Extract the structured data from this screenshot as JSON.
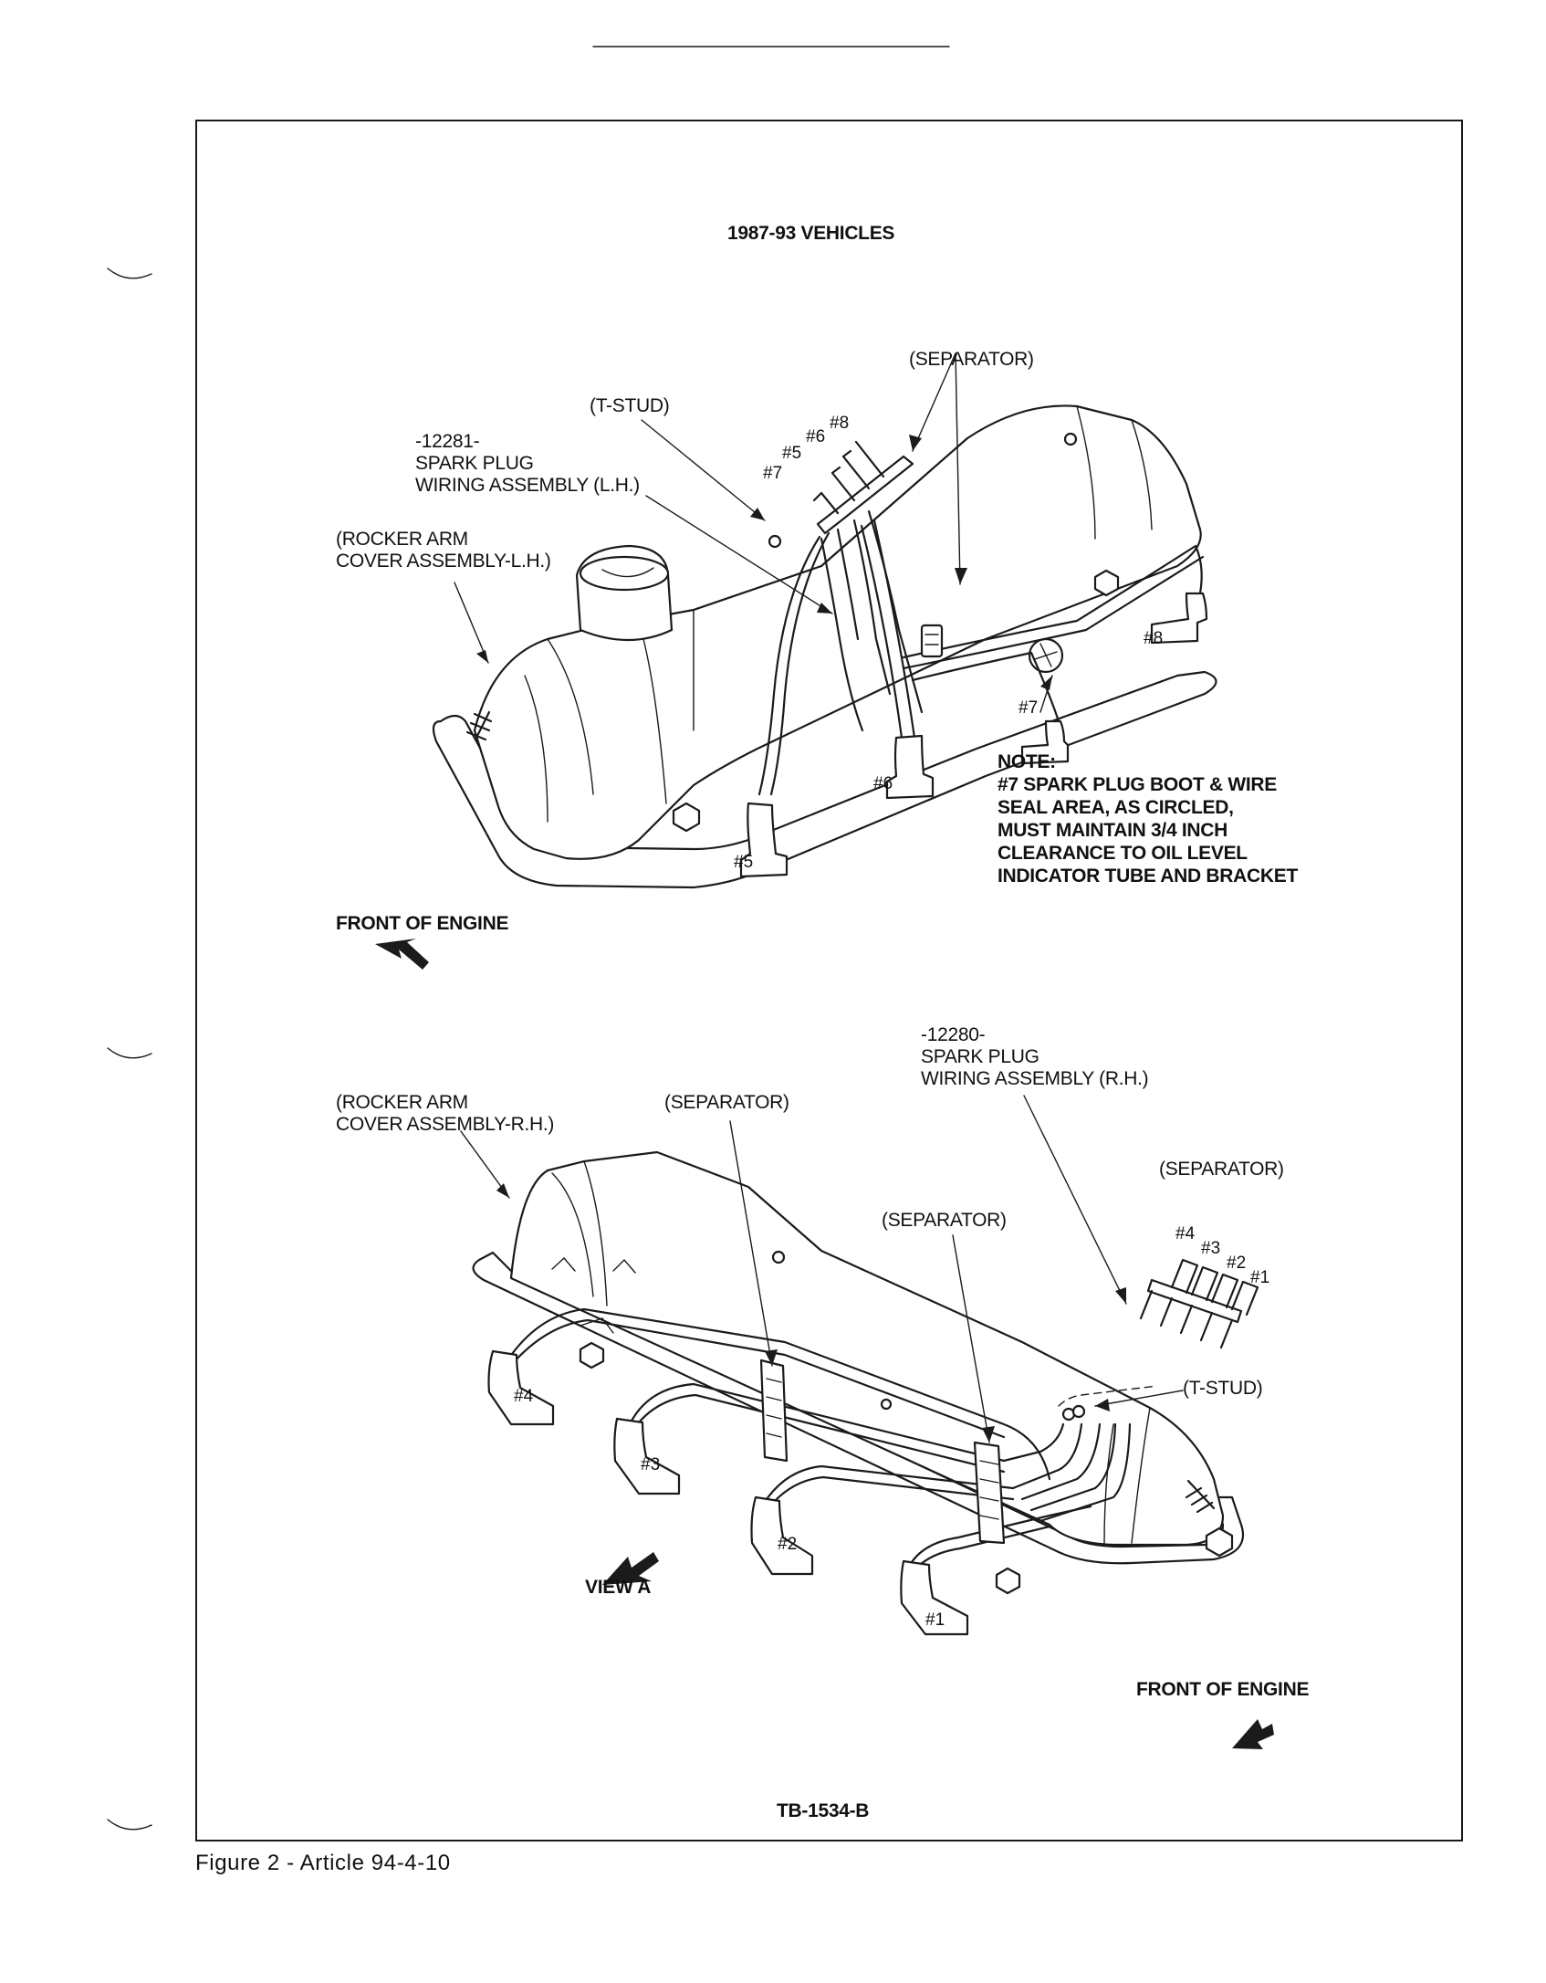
{
  "page": {
    "title": "1987-93 VEHICLES",
    "diagram_code": "TB-1534-B",
    "caption": "Figure 2 - Article 94-4-10"
  },
  "top_view": {
    "separator_label": "(SEPARATOR)",
    "t_stud_label": "(T-STUD)",
    "wiring_assembly": [
      "-12281-",
      "SPARK PLUG",
      "WIRING ASSEMBLY (L.H.)"
    ],
    "rocker_cover": [
      "(ROCKER ARM",
      "COVER ASSEMBLY-L.H.)"
    ],
    "note": [
      "NOTE:",
      "#7 SPARK PLUG BOOT & WIRE",
      "SEAL AREA, AS CIRCLED,",
      "MUST MAINTAIN 3/4 INCH",
      "CLEARANCE TO OIL LEVEL",
      "INDICATOR TUBE AND BRACKET"
    ],
    "front_of_engine": "FRONT OF ENGINE",
    "connector_labels": [
      "#7",
      "#5",
      "#6",
      "#8"
    ],
    "plug_labels": [
      "#5",
      "#6",
      "#7",
      "#8"
    ]
  },
  "bottom_view": {
    "wiring_assembly": [
      "-12280-",
      "SPARK PLUG",
      "WIRING ASSEMBLY (R.H.)"
    ],
    "rocker_cover": [
      "(ROCKER ARM",
      "COVER ASSEMBLY-R.H.)"
    ],
    "separator_left": "(SEPARATOR)",
    "separator_mid": "(SEPARATOR)",
    "separator_right": "(SEPARATOR)",
    "t_stud_label": "(T-STUD)",
    "connector_labels": [
      "#4",
      "#3",
      "#2",
      "#1"
    ],
    "plug_labels": [
      "#4",
      "#3",
      "#2",
      "#1"
    ],
    "view_label": "VIEW A",
    "front_of_engine": "FRONT OF ENGINE"
  }
}
